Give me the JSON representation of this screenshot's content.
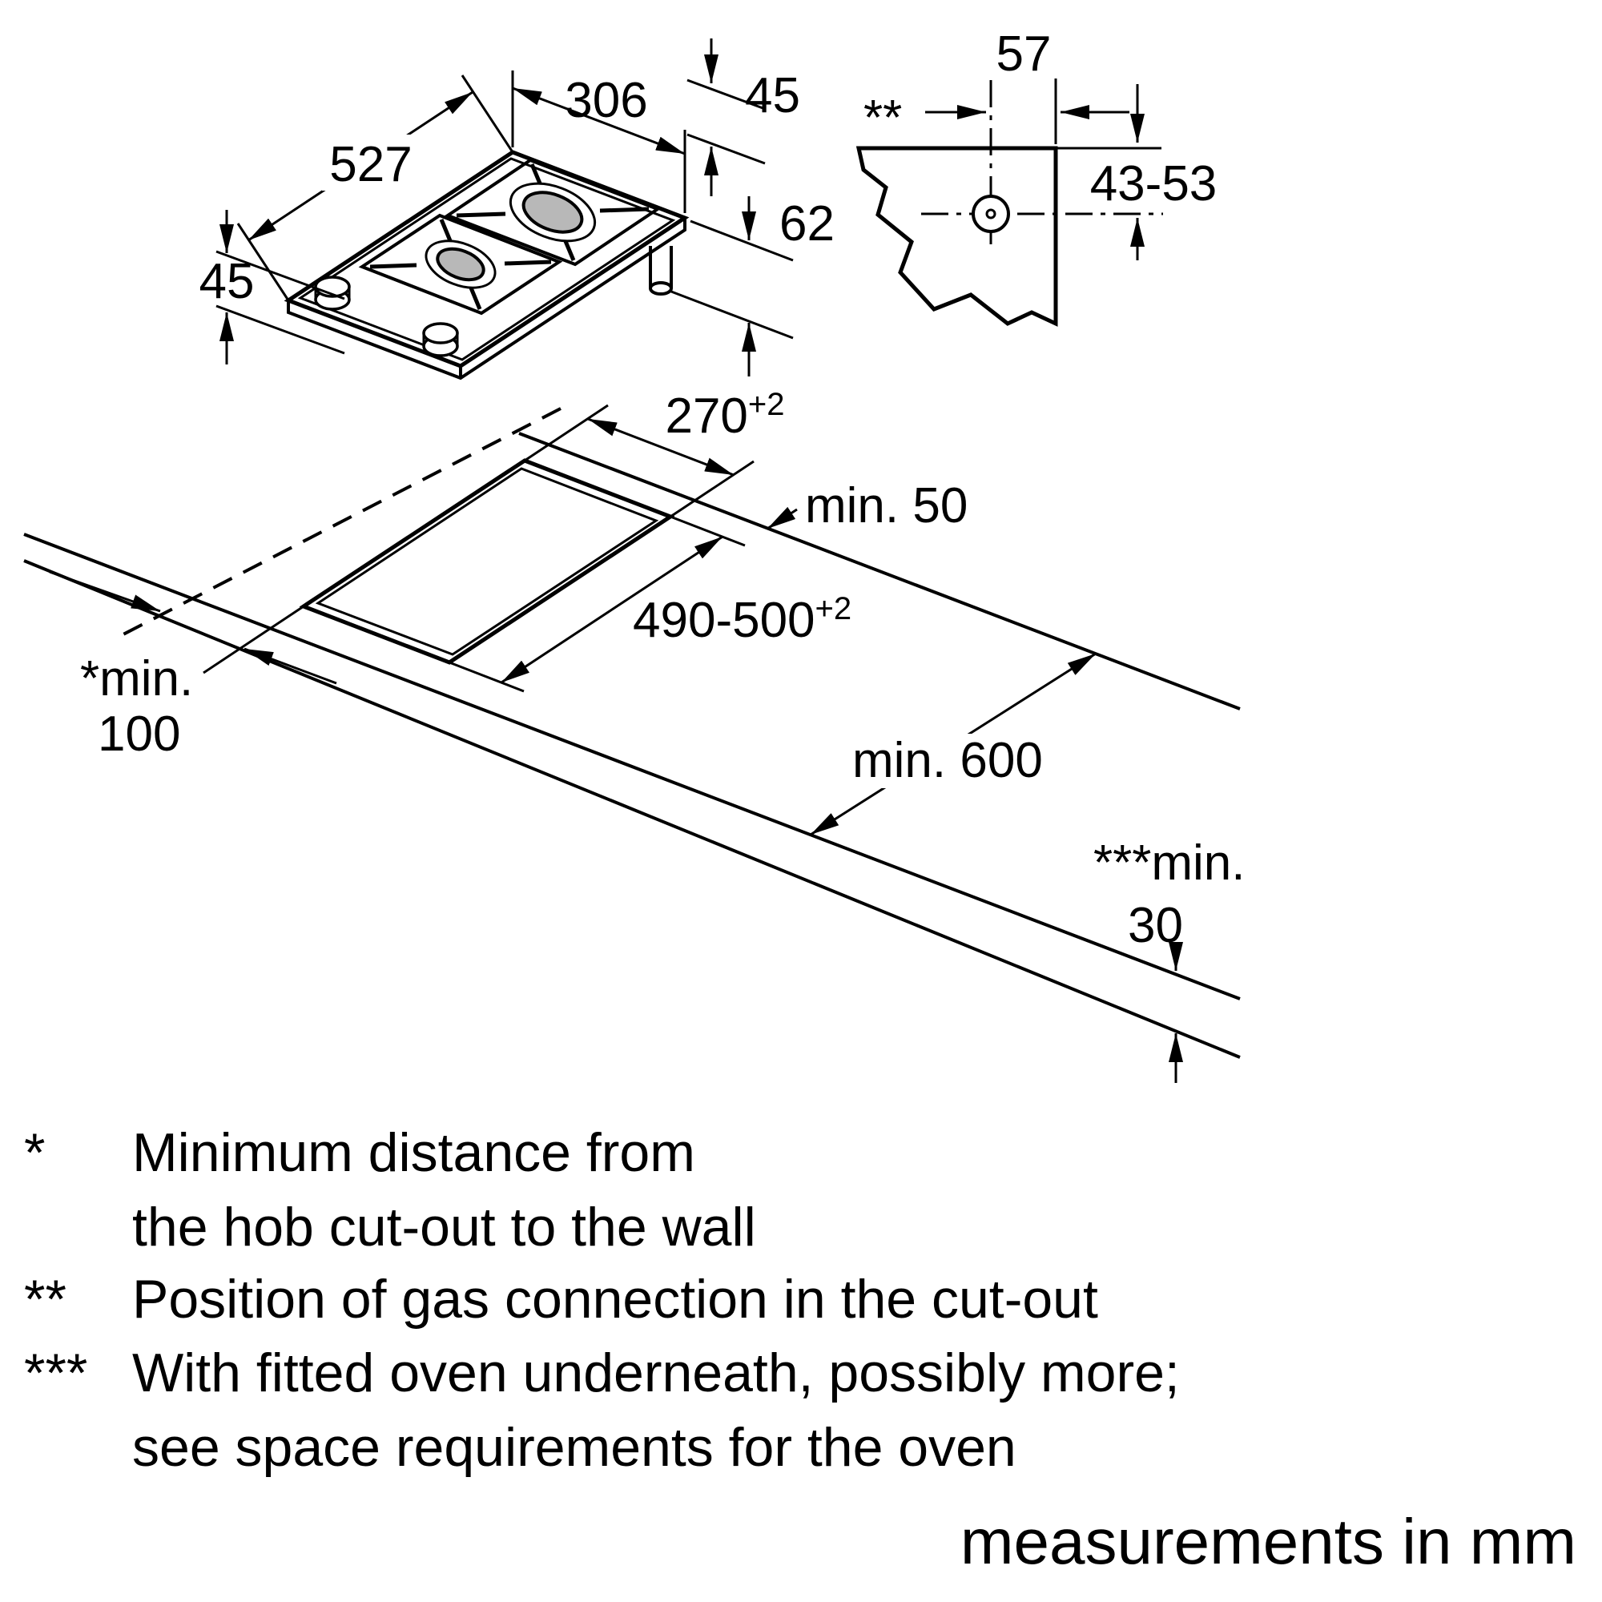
{
  "hob": {
    "width": "306",
    "depth": "527",
    "edge_top": "45",
    "edge_left": "45",
    "height": "62"
  },
  "gas_connection": {
    "marker": "**",
    "offset_from_edge": "57",
    "offset_depth": "43-53"
  },
  "worktop": {
    "cutout_width": "270",
    "cutout_width_tolerance": "+2",
    "cutout_depth": "490-500",
    "cutout_depth_tolerance": "+2",
    "min_rear_distance": "min. 50",
    "min_wall_prefix": "*min.",
    "min_wall_value": "100",
    "min_worktop_depth": "min. 600",
    "min_oven_prefix": "***min.",
    "min_oven_value": "30"
  },
  "footnotes": {
    "star": {
      "marker": "*",
      "line1": "Minimum distance from",
      "line2": "the hob cut-out to the wall"
    },
    "double_star": {
      "marker": "**",
      "line1": "Position of gas connection in the cut-out"
    },
    "triple_star": {
      "marker": "***",
      "line1": "With fitted oven underneath, possibly more;",
      "line2": "see space requirements for the oven"
    }
  },
  "footer": "measurements in mm"
}
